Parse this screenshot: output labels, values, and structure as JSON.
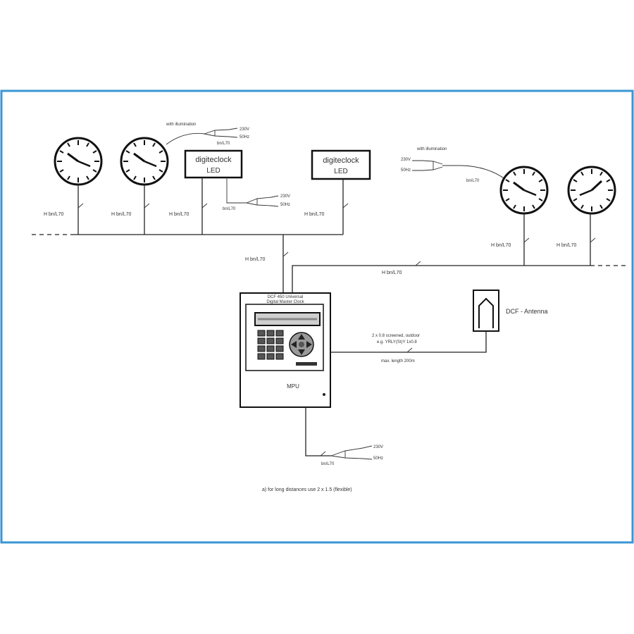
{
  "frame": {
    "border_color": "#3a96d4"
  },
  "clocks_left": [
    {
      "name": "analog-clock-1",
      "cable_label": "H bn/L70"
    },
    {
      "name": "analog-clock-2",
      "cable_label": "H bn/L70"
    }
  ],
  "clocks_right": [
    {
      "name": "analog-clock-3",
      "cable_label": "H bn/L70"
    },
    {
      "name": "analog-clock-4",
      "cable_label": "H bn/L70"
    }
  ],
  "digital_displays": [
    {
      "brand": "digiteclock",
      "sub": "LED",
      "cable_label": "H bn/L70"
    },
    {
      "brand": "digiteclock",
      "sub": "LED",
      "cable_label": "H bn/L70"
    }
  ],
  "illumination_left": {
    "title": "with illumination",
    "label": "bn/L70",
    "values": [
      "230V",
      "50Hz"
    ]
  },
  "illumination_right": {
    "title": "with illumination",
    "label": "bn/L70",
    "values": [
      "230V",
      "50Hz"
    ]
  },
  "digi_power": {
    "label": "bn/L70",
    "values": [
      "230V",
      "50Hz"
    ]
  },
  "trunk_label_left": "H bn/L70",
  "trunk_label_right": "H bn/L70",
  "controller": {
    "header_line1": "DCF 450 Universal",
    "header_line2": "Digital Master Clock",
    "label": "MPU",
    "power_label": "bn/L70",
    "power_values": [
      "230V",
      "50Hz"
    ]
  },
  "antenna": {
    "label": "DCF - Antenna",
    "cable_note1": "2 x 0.8 screened, outdoor",
    "cable_note2": "e.g. YRLY(St)Y 1x0.8",
    "cable_note3": "max. length 200m"
  },
  "footnote": "a) for long distances use 2 x 1.5 (flexible)"
}
